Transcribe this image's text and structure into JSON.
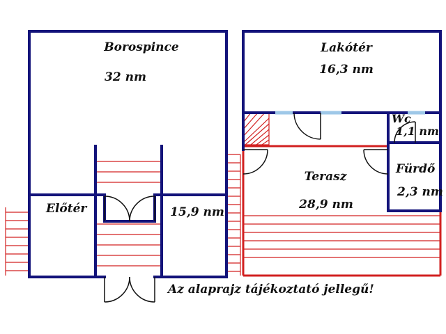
{
  "rooms": {
    "borospince": {
      "name": "Borospince",
      "area": "32 nm"
    },
    "lakoter": {
      "name": "Lakótér",
      "area": "16,3 nm"
    },
    "wc": {
      "name": "Wc",
      "area": "1,1 nm"
    },
    "furdo": {
      "name": "Fürdő",
      "area": "2,3 nm"
    },
    "terasz": {
      "name": "Terasz",
      "area": "28,9 nm"
    },
    "eloter": {
      "name": "Előtér"
    },
    "middle": {
      "area": "15,9 nm"
    }
  },
  "note": "Az alaprajz tájékoztató jellegű!",
  "colors": {
    "wall": "#13137a",
    "stair": "#d22020",
    "window": "#9ec8e8",
    "background": "#ffffff"
  }
}
